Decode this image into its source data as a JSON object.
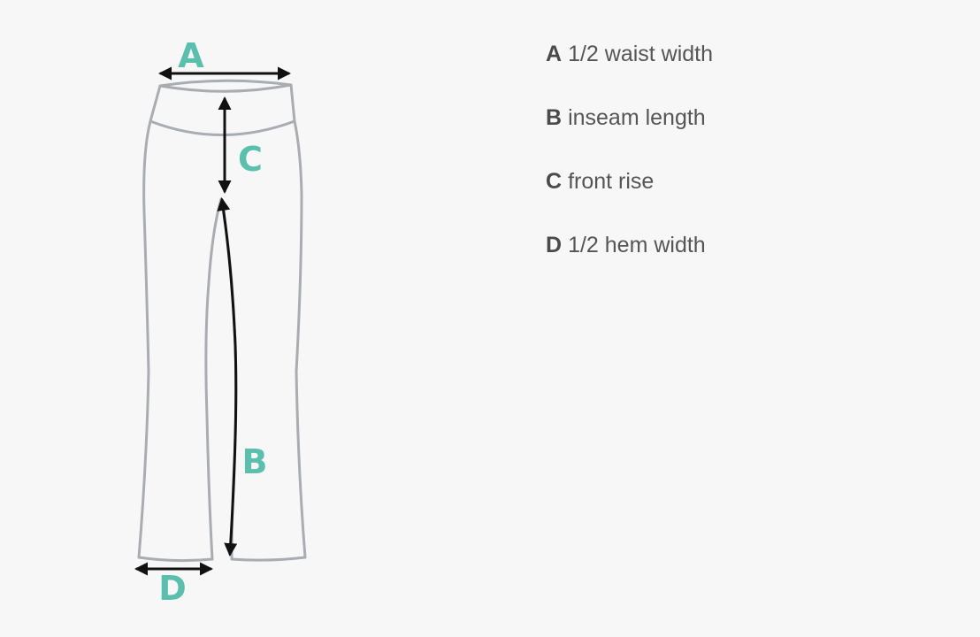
{
  "colors": {
    "background": "#f7f7f7",
    "outline": "#a9adb1",
    "arrow": "#111111",
    "marker": "#5bbfae",
    "text": "#555555"
  },
  "diagram": {
    "subject": "pants-outline",
    "markers": {
      "a": "A",
      "b": "B",
      "c": "C",
      "d": "D"
    }
  },
  "legend": [
    {
      "key": "A",
      "label": "1/2 waist width"
    },
    {
      "key": "B",
      "label": "inseam length"
    },
    {
      "key": "C",
      "label": "front rise"
    },
    {
      "key": "D",
      "label": "1/2 hem width"
    }
  ]
}
